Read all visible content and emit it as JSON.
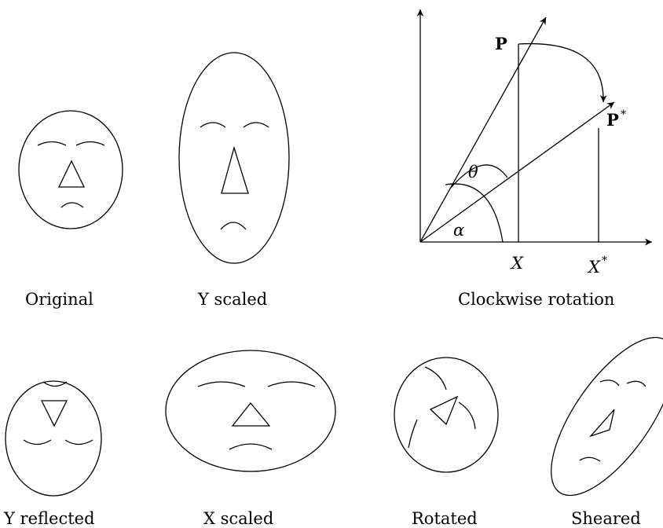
{
  "captions": {
    "original": "Original",
    "y_scaled": "Y scaled",
    "clockwise_rotation": "Clockwise rotation",
    "y_reflected": "Y reflected",
    "x_scaled": "X scaled",
    "rotated": "Rotated",
    "sheared": "Sheared"
  },
  "rotation_diagram": {
    "point": "P",
    "point_rotated": "P",
    "x": "X",
    "x_rotated": "X",
    "star": "*",
    "theta": "θ",
    "alpha": "α"
  }
}
